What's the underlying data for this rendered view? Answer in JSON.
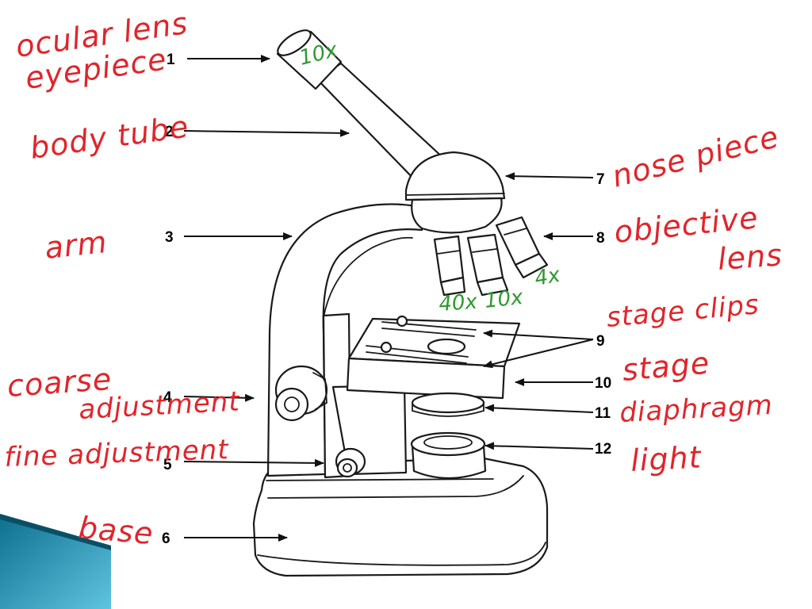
{
  "callouts": [
    {
      "number": "1",
      "label": "ocular lens"
    },
    {
      "number": "1",
      "label": "eyepiece"
    },
    {
      "number": "2",
      "label": "body tube"
    },
    {
      "number": "3",
      "label": "arm"
    },
    {
      "number": "4",
      "label": "coarse"
    },
    {
      "number": "4",
      "label": "adjustment"
    },
    {
      "number": "5",
      "label": "fine adjustment"
    },
    {
      "number": "6",
      "label": "base"
    },
    {
      "number": "7",
      "label": "nose piece"
    },
    {
      "number": "8",
      "label": "objective"
    },
    {
      "number": "8",
      "label": "lens"
    },
    {
      "number": "9",
      "label": "stage clips"
    },
    {
      "number": "10",
      "label": "stage"
    },
    {
      "number": "11",
      "label": "diaphragm"
    },
    {
      "number": "12",
      "label": "light"
    }
  ],
  "magnifications": {
    "eyepiece": "10x",
    "objective_low": "4x",
    "objective_mid": "10x",
    "objective_high": "40x"
  },
  "colors": {
    "handwriting_red": "#e0252b",
    "handwriting_green": "#2f9a2f",
    "accent_teal": "#1b8fb0"
  }
}
